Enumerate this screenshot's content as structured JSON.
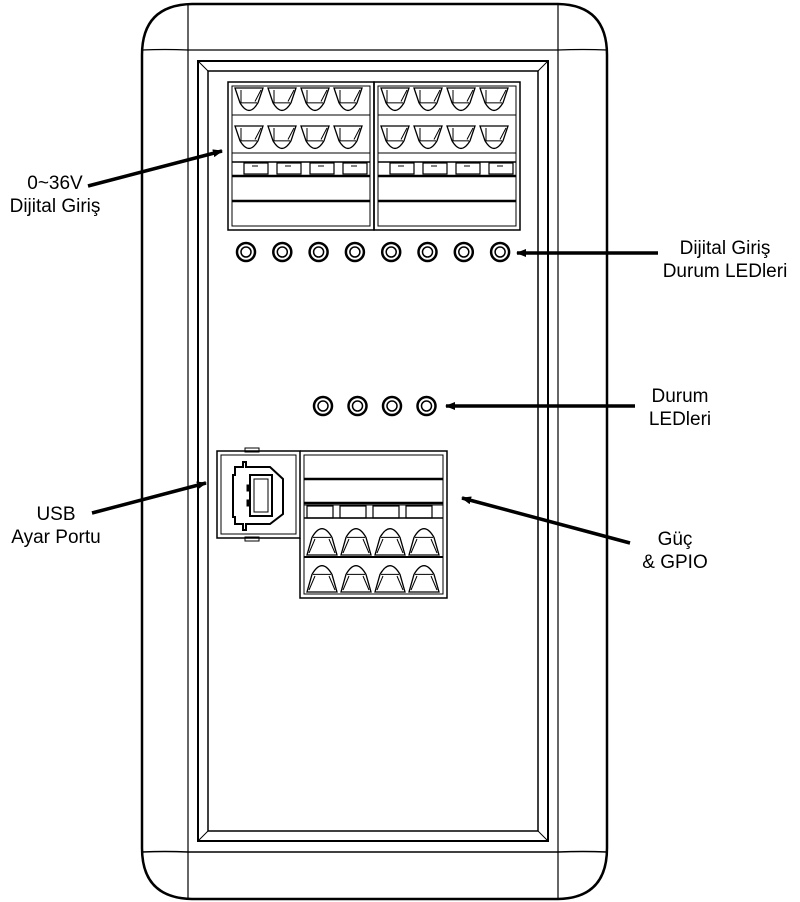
{
  "diagram": {
    "title": "Device front panel",
    "stroke_color": "#000000",
    "background_color": "#ffffff",
    "digital_input_terminal_blocks": 2,
    "terminals_per_block_row": 4,
    "terminal_rows_per_block": 2,
    "digital_input_led_count": 8,
    "status_led_count": 4,
    "power_gpio_terminal_rows": 2,
    "power_gpio_terminals_per_row": 4
  },
  "callouts": {
    "digital_input": {
      "line1": "0~36V",
      "line2": "Dijital Giriş"
    },
    "digital_input_leds": {
      "line1": "Dijital Giriş",
      "line2": "Durum LEDleri"
    },
    "status_leds": {
      "line1": "Durum",
      "line2": "LEDleri"
    },
    "usb_port": {
      "line1": "USB",
      "line2": "Ayar Portu"
    },
    "power_gpio": {
      "line1": "Güç",
      "line2": "& GPIO"
    }
  }
}
